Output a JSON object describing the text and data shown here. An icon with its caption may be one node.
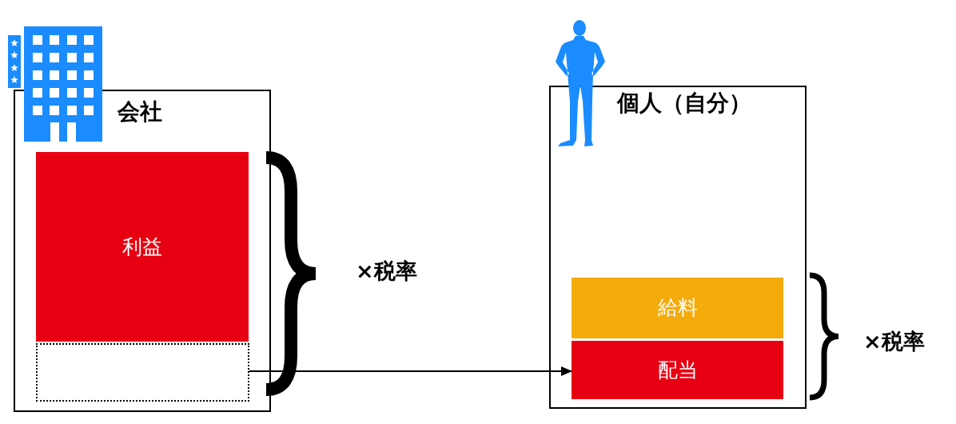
{
  "diagram": {
    "nodes": [
      {
        "text": [
          "会社"
        ]
      },
      {
        "text": [
          "利益"
        ],
        "in": 0
      },
      {
        "text": [],
        "shape": "box",
        "in": 0
      },
      {
        "text": [
          "個人（自分）"
        ]
      },
      {
        "text": [
          "給料"
        ],
        "in": 3
      },
      {
        "text": [
          "配当"
        ],
        "in": 3
      }
    ],
    "edges": [
      {
        "from": 2,
        "to": 5,
        "arrow": "to"
      }
    ],
    "labels": [
      "×税率",
      "×税率"
    ]
  }
}
